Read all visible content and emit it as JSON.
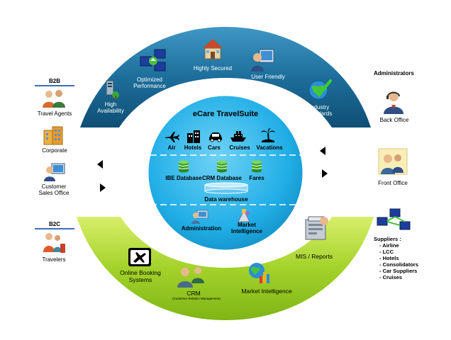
{
  "center": {
    "title": "eCare TravelSuite",
    "products": [
      "Air",
      "Hotels",
      "Cars",
      "Cruises",
      "Vacations"
    ],
    "databases": [
      "IBE Database",
      "CRM Database",
      "Fares"
    ],
    "warehouse": "Data warehouse",
    "tools": [
      "Administration",
      "Market\nIntelligence"
    ]
  },
  "top_arc": {
    "items": [
      "High\nAvailability",
      "Optimized\nPerformance",
      "Highly Secured",
      "User Friendly",
      "Industry\nStandards"
    ]
  },
  "bottom_arc": {
    "items": [
      "Online Booking\nSystems",
      "CRM",
      "(Customer Relation Management)",
      "Market Intelligence",
      "MIS / Reports"
    ]
  },
  "left": {
    "b2b_header": "B2B",
    "b2b_items": [
      "Travel Agents",
      "Corporate",
      "Customer\nSales Office"
    ],
    "b2c_header": "B2C",
    "b2c_items": [
      "Travelers"
    ]
  },
  "right": {
    "admin_header": "Administrators",
    "admin_items": [
      "Back Office",
      "Front Office"
    ],
    "suppliers_title": "Suppliers :",
    "suppliers": [
      "- Airline",
      "- LCC",
      "- Hotels",
      "- Consolidators",
      "- Car Suppliers",
      "- Cruises"
    ]
  },
  "colors": {
    "top_arc": "#1f6f9a",
    "bottom_arc": "#8cc21a",
    "center": "#27b6ec",
    "accent_line": "#3a6fb5"
  }
}
